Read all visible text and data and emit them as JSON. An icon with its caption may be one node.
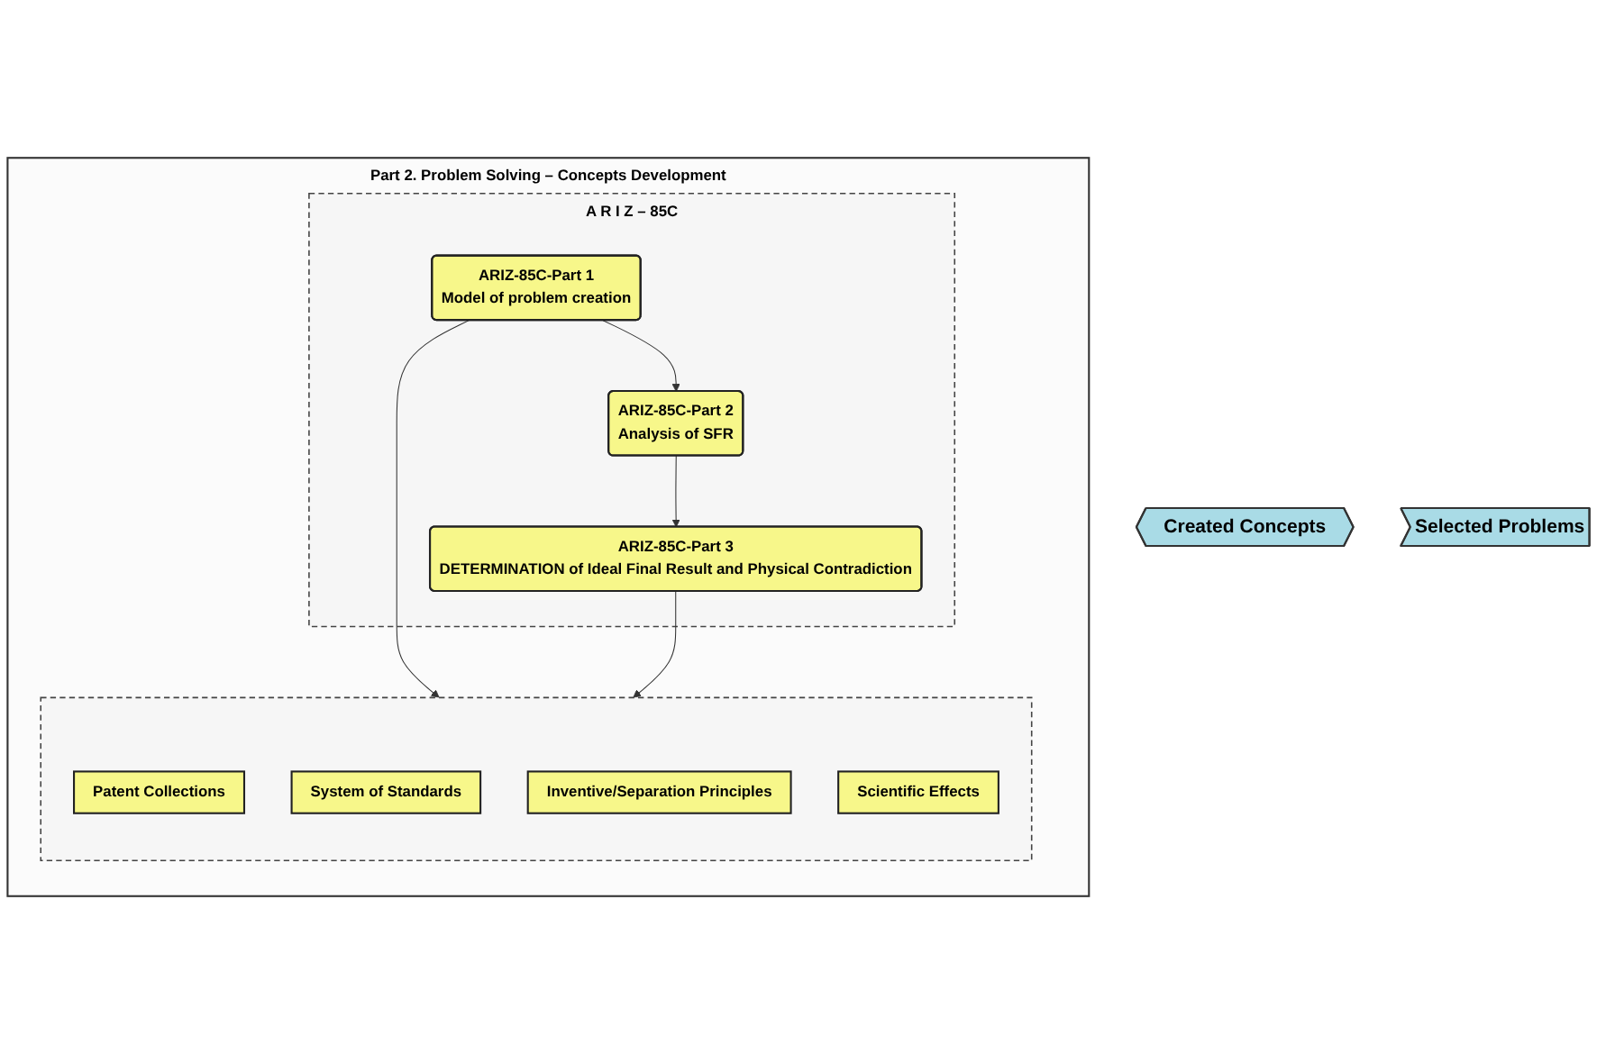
{
  "diagram": {
    "nodes": [
      {
        "text": [
          "Created Concepts"
        ]
      },
      {
        "text": [
          "Selected Problems"
        ]
      },
      {
        "text": [
          "Part 2. Problem Solving – Concepts Development"
        ]
      },
      {
        "text": [],
        "shape": "box",
        "in": 2
      },
      {
        "text": [
          "Patent Collections"
        ],
        "in": 3
      },
      {
        "text": [
          "System of Standards"
        ],
        "in": 3
      },
      {
        "text": [
          "Inventive/Separation Principles"
        ],
        "in": 3
      },
      {
        "text": [
          "Scientific Effects"
        ],
        "in": 3
      },
      {
        "text": [
          "A R I Z – 85C"
        ],
        "in": 2
      },
      {
        "text": [
          "ARIZ-85C-Part 1",
          "Model of problem creation"
        ],
        "in": 8
      },
      {
        "text": [
          "ARIZ-85C-Part 2",
          "Analysis of SFR"
        ],
        "in": 8
      },
      {
        "text": [
          "ARIZ-85C-Part 3",
          "DETERMINATION of Ideal Final Result and Physical Contradiction"
        ],
        "in": 8
      }
    ],
    "edges": [
      {
        "from": 9,
        "to": 3,
        "arrow": "to"
      },
      {
        "from": 9,
        "to": 10,
        "arrow": "to"
      },
      {
        "from": 10,
        "to": 11,
        "arrow": "to"
      },
      {
        "from": 11,
        "to": 3,
        "arrow": "to"
      }
    ]
  }
}
